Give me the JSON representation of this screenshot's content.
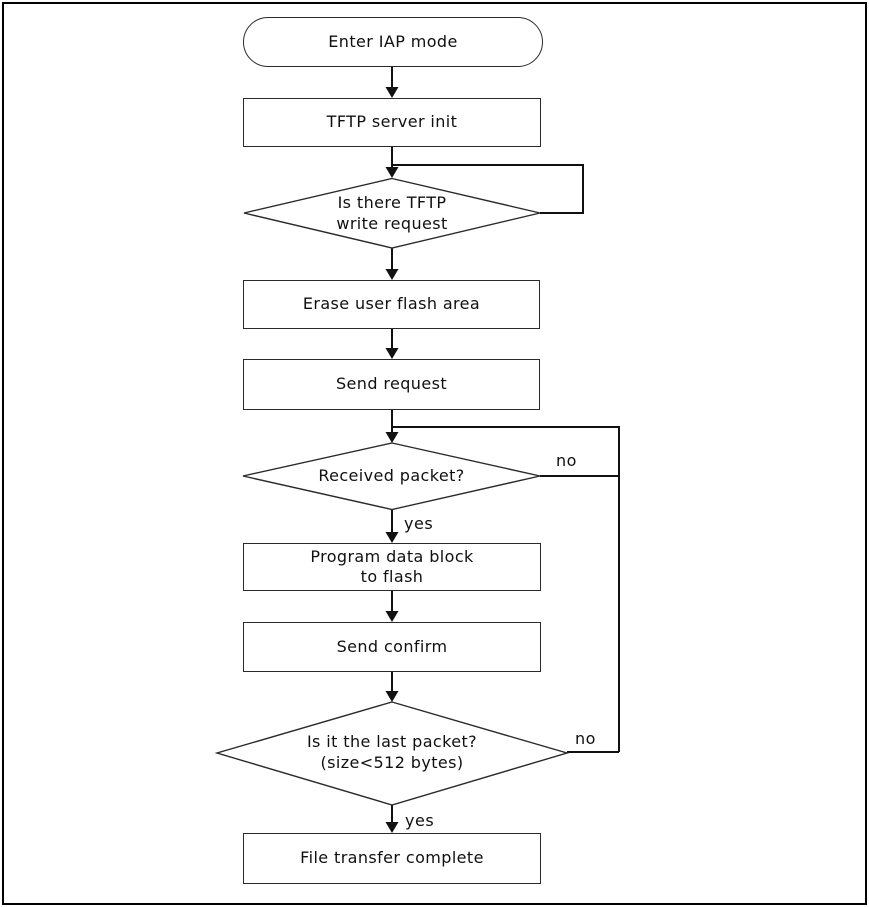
{
  "diagram": {
    "background": "#ffffff",
    "colors": {
      "line": "#111111",
      "shape_border": "#2a2a2a",
      "shape_fill": "#ffffff",
      "text": "#101010",
      "frame_border": "#000000"
    },
    "nodes": [
      {
        "id": "start",
        "type": "terminator",
        "lines": [
          "Enter IAP mode"
        ]
      },
      {
        "id": "tftp-server-init",
        "type": "process",
        "lines": [
          "TFTP server init"
        ]
      },
      {
        "id": "tftp-write-request",
        "type": "decision",
        "lines": [
          "Is there TFTP",
          "write request"
        ]
      },
      {
        "id": "erase-user-flash",
        "type": "process",
        "lines": [
          "Erase user flash area"
        ]
      },
      {
        "id": "send-request",
        "type": "process",
        "lines": [
          "Send request"
        ]
      },
      {
        "id": "received-packet",
        "type": "decision",
        "lines": [
          "Received packet?"
        ]
      },
      {
        "id": "program-data-block",
        "type": "process",
        "lines": [
          "Program data block",
          "to flash"
        ]
      },
      {
        "id": "send-confirm",
        "type": "process",
        "lines": [
          "Send confirm"
        ]
      },
      {
        "id": "is-last-packet",
        "type": "decision",
        "lines": [
          "Is it the last packet?",
          "(size<512 bytes)"
        ]
      },
      {
        "id": "file-transfer-complete",
        "type": "process",
        "lines": [
          "File transfer complete"
        ]
      }
    ],
    "edge_labels": {
      "received_packet_no": "no",
      "received_packet_yes": "yes",
      "last_packet_no": "no",
      "last_packet_yes": "yes"
    }
  }
}
